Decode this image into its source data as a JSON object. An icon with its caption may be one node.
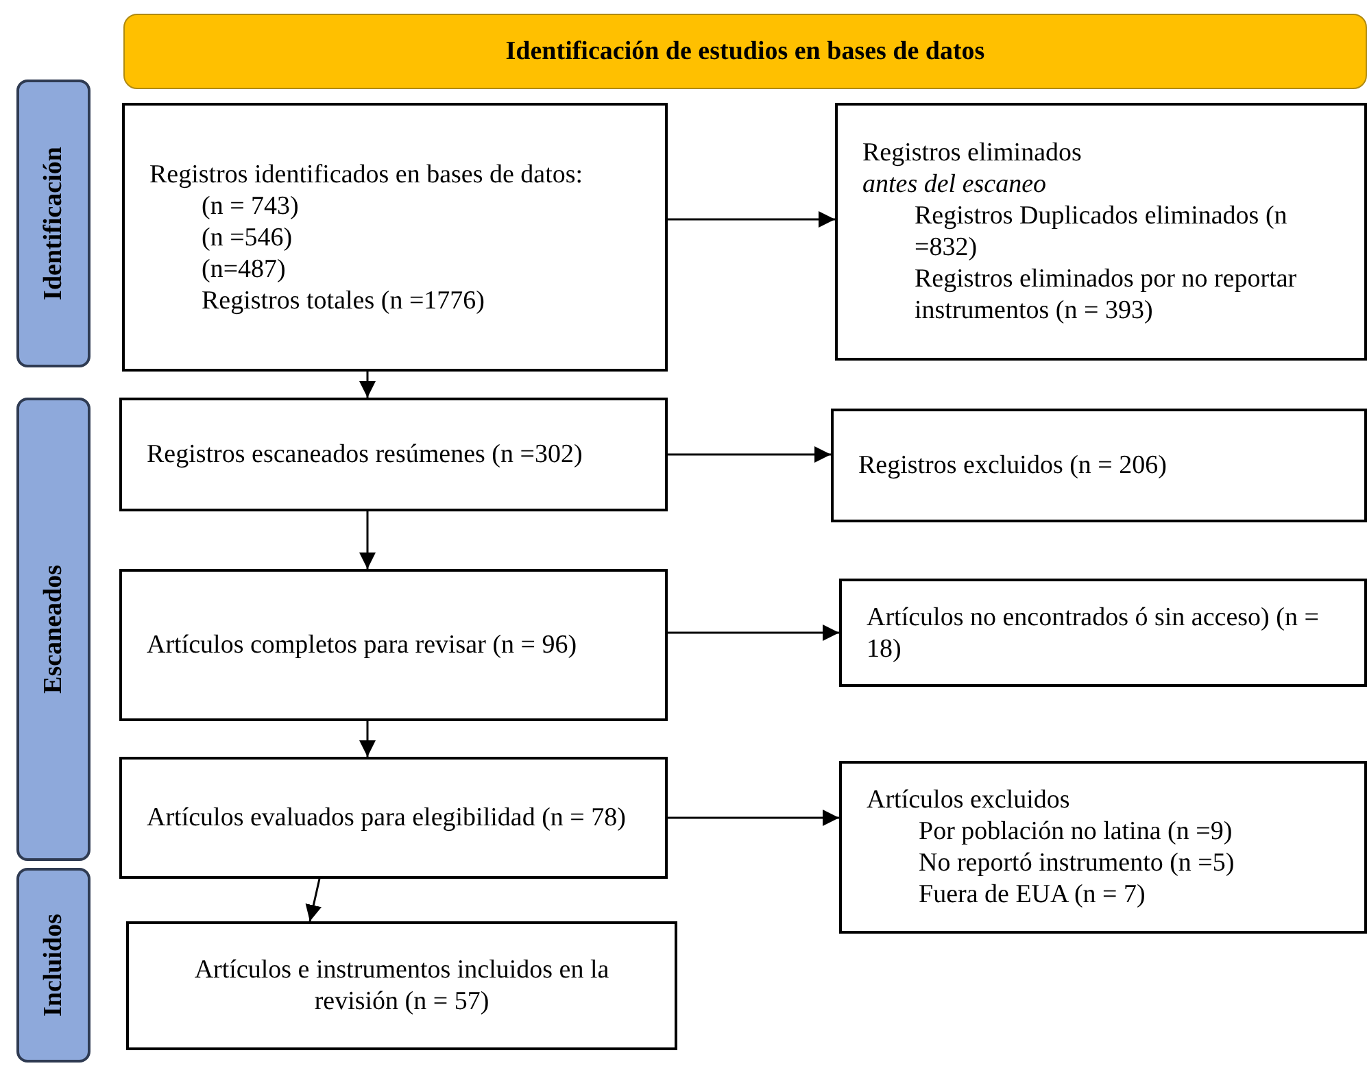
{
  "diagram": {
    "nodes": [
      {
        "text": [
          "Identificación de estudios en bases de datos"
        ]
      },
      {
        "text": [
          "Identificación"
        ]
      },
      {
        "text": [
          "Escaneados"
        ]
      },
      {
        "text": [
          "Incluidos"
        ]
      },
      {
        "text": [
          "Registros identificados en bases de datos:",
          "(n = 743)",
          "(n =546)",
          "(n=487)",
          "Registros totales (n =1776)"
        ]
      },
      {
        "text": [
          "Registros eliminados",
          "antes del escaneo",
          "Registros Duplicados eliminados (n =832)",
          "Registros eliminados por no reportar instrumentos (n = 393)"
        ]
      },
      {
        "text": [
          "Registros escaneados resúmenes (n =302)"
        ]
      },
      {
        "text": [
          "Registros excluidos (n = 206)"
        ]
      },
      {
        "text": [
          "Artículos completos para revisar (n = 96)"
        ]
      },
      {
        "text": [
          "Artículos no encontrados ó sin acceso) (n = 18)"
        ]
      },
      {
        "text": [
          "Artículos evaluados para elegibilidad (n = 78)"
        ]
      },
      {
        "text": [
          "Artículos excluidos",
          "Por población no latina (n =9)",
          "No reportó instrumento (n =5)",
          "Fuera de EUA (n = 7)"
        ]
      },
      {
        "text": [
          "Artículos e instrumentos incluidos en la revisión (n = 57)"
        ]
      }
    ],
    "edges": [
      {
        "from": 4,
        "to": 5,
        "arrow": "to"
      },
      {
        "from": 4,
        "to": 6,
        "arrow": "to"
      },
      {
        "from": 6,
        "to": 7,
        "arrow": "to"
      },
      {
        "from": 6,
        "to": 8,
        "arrow": "to"
      },
      {
        "from": 8,
        "to": 9,
        "arrow": "to"
      },
      {
        "from": 8,
        "to": 10,
        "arrow": "to"
      },
      {
        "from": 10,
        "to": 11,
        "arrow": "to"
      },
      {
        "from": 10,
        "to": 12,
        "arrow": "to"
      }
    ]
  }
}
